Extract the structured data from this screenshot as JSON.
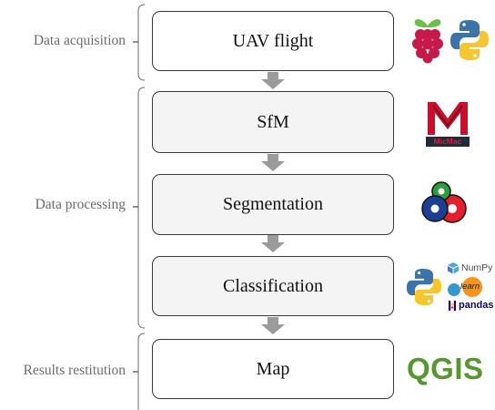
{
  "phases": [
    {
      "label": "Data acquisition"
    },
    {
      "label": "Data processing"
    },
    {
      "label": "Results restitution"
    }
  ],
  "steps": [
    {
      "label": "UAV flight",
      "tools": [
        "raspberry-pi",
        "python"
      ]
    },
    {
      "label": "SfM",
      "tools": [
        "micmac"
      ]
    },
    {
      "label": "Segmentation",
      "tools": [
        "opencv"
      ]
    },
    {
      "label": "Classification",
      "tools": [
        "python",
        "numpy",
        "scikit-learn",
        "pandas"
      ]
    },
    {
      "label": "Map",
      "tools": [
        "qgis"
      ]
    }
  ],
  "logos": {
    "micmac_text": "MicMac",
    "numpy_text": "NumPy",
    "learn_text": "learn",
    "pandas_text": "pandas",
    "qgis_text": "QGIS"
  },
  "colors": {
    "bracket": "#8a8a8a",
    "arrow": "#9b9b9b",
    "box_border": "#3a3a3a",
    "micmac": "#c8102e",
    "qgis": "#589632"
  }
}
